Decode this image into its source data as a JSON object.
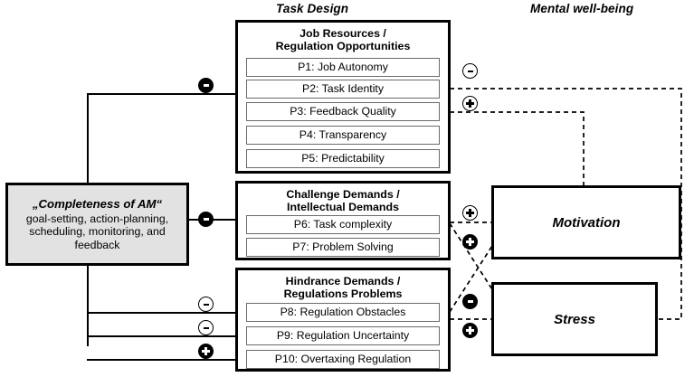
{
  "headers": {
    "left": "Task Design",
    "right": "Mental well-being"
  },
  "am_box": {
    "title": "„Completeness of AM“",
    "subtitle": "goal-setting, action-planning, scheduling, monitoring, and feedback"
  },
  "groups": [
    {
      "id": "job-resources",
      "title_line1": "Job Resources /",
      "title_line2": "Regulation Opportunities",
      "items": [
        "P1: Job Autonomy",
        "P2: Task Identity",
        "P3: Feedback Quality",
        "P4: Transparency",
        "P5: Predictability"
      ]
    },
    {
      "id": "challenge-demands",
      "title_line1": "Challenge Demands /",
      "title_line2": "Intellectual Demands",
      "items": [
        "P6: Task complexity",
        "P7: Problem Solving"
      ]
    },
    {
      "id": "hindrance-demands",
      "title_line1": "Hindrance Demands /",
      "title_line2": "Regulations Problems",
      "items": [
        "P8: Regulation Obstacles",
        "P9: Regulation Uncertainty",
        "P10: Overtaxing Regulation"
      ]
    }
  ],
  "outcomes": [
    {
      "id": "motivation",
      "label": "Motivation"
    },
    {
      "id": "stress",
      "label": "Stress"
    }
  ],
  "signs": [
    {
      "id": "am-to-job-resources",
      "symbol": "-",
      "style": "solid"
    },
    {
      "id": "am-to-challenge-demands",
      "symbol": "-",
      "style": "solid"
    },
    {
      "id": "am-to-p8",
      "symbol": "-",
      "style": "hollow"
    },
    {
      "id": "am-to-p9",
      "symbol": "-",
      "style": "hollow"
    },
    {
      "id": "am-to-p10",
      "symbol": "+",
      "style": "solid"
    },
    {
      "id": "p2-to-stress",
      "symbol": "-",
      "style": "hollow"
    },
    {
      "id": "p3-to-motivation",
      "symbol": "+",
      "style": "hollow"
    },
    {
      "id": "challenge-to-motivation",
      "symbol": "+",
      "style": "hollow"
    },
    {
      "id": "challenge-to-stress",
      "symbol": "+",
      "style": "solid"
    },
    {
      "id": "hindrance-to-motivation",
      "symbol": "-",
      "style": "solid"
    },
    {
      "id": "hindrance-to-stress",
      "symbol": "+",
      "style": "solid"
    }
  ],
  "colors": {
    "am_box_fill": "#e2e2e2",
    "stroke": "#000000",
    "pill_border": "#6b6b6b",
    "background": "#ffffff"
  }
}
